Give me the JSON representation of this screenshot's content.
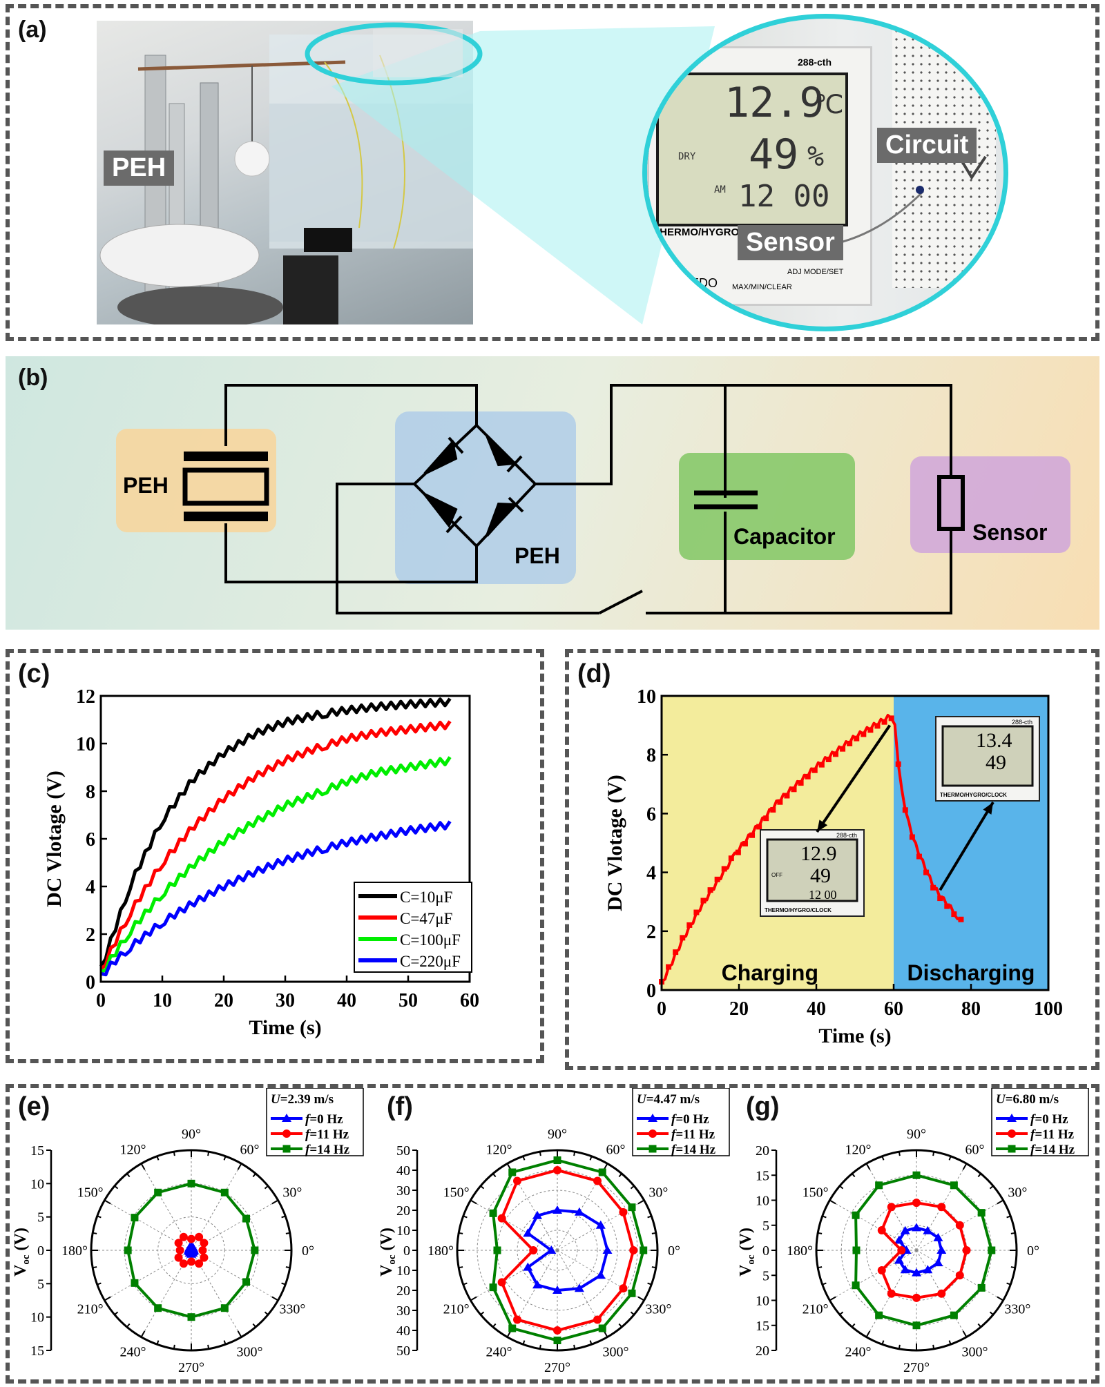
{
  "panel_labels": {
    "a": "(a)",
    "b": "(b)",
    "c": "(c)",
    "d": "(d)",
    "e": "(e)",
    "f": "(f)",
    "g": "(g)"
  },
  "panel_a": {
    "tag_peh": "PEH",
    "tag_circuit": "Circuit",
    "tag_sensor": "Sensor",
    "display": {
      "model": "288-cth",
      "temp": "12.9",
      "temp_unit": "℃",
      "humidity": "49",
      "humidity_unit": "%",
      "dry": "DRY",
      "am": "AM",
      "time": "12 00",
      "brand_line": "THERMO/HYGRO/CLOCK",
      "buttons": "ADJ  MODE/SET",
      "clear": "MAX/MIN/CLEAR",
      "logo": "EDO"
    }
  },
  "panel_b": {
    "peh_label": "PEH",
    "bridge_label": "PEH",
    "capacitor_label": "Capacitor",
    "sensor_label": "Sensor"
  },
  "chart_data": [
    {
      "id": "c",
      "type": "line",
      "xlabel": "Time (s)",
      "ylabel": "DC Vlotage (V)",
      "xlim": [
        0,
        60
      ],
      "ylim": [
        0,
        12
      ],
      "xticks": [
        0,
        10,
        20,
        30,
        40,
        50,
        60
      ],
      "yticks": [
        0,
        2,
        4,
        6,
        8,
        10,
        12
      ],
      "legend_position": "bottom-right",
      "series": [
        {
          "name": "C=10μF",
          "color": "#000000",
          "x": [
            0,
            2,
            5,
            10,
            15,
            20,
            25,
            30,
            35,
            40,
            45,
            50,
            57
          ],
          "y": [
            0.5,
            2.0,
            4.2,
            6.8,
            8.5,
            9.6,
            10.4,
            10.9,
            11.2,
            11.4,
            11.55,
            11.65,
            11.75
          ]
        },
        {
          "name": "C=47μF",
          "color": "#ff0000",
          "x": [
            0,
            2,
            5,
            10,
            15,
            20,
            25,
            30,
            35,
            40,
            45,
            50,
            57
          ],
          "y": [
            0.4,
            1.5,
            3.0,
            5.0,
            6.5,
            7.7,
            8.6,
            9.3,
            9.8,
            10.2,
            10.45,
            10.6,
            10.8
          ]
        },
        {
          "name": "C=100μF",
          "color": "#00ee00",
          "x": [
            0,
            2,
            5,
            10,
            15,
            20,
            25,
            30,
            35,
            40,
            45,
            50,
            57
          ],
          "y": [
            0.3,
            1.1,
            2.2,
            3.7,
            4.9,
            5.9,
            6.7,
            7.4,
            7.9,
            8.4,
            8.8,
            9.0,
            9.3
          ]
        },
        {
          "name": "C=220μF",
          "color": "#0000ff",
          "x": [
            0,
            2,
            5,
            10,
            15,
            20,
            25,
            30,
            35,
            40,
            45,
            50,
            57
          ],
          "y": [
            0.2,
            0.8,
            1.5,
            2.5,
            3.3,
            4.0,
            4.6,
            5.1,
            5.5,
            5.85,
            6.1,
            6.35,
            6.6
          ]
        }
      ]
    },
    {
      "id": "d",
      "type": "line",
      "xlabel": "Time (s)",
      "ylabel": "DC Vlotage (V)",
      "xlim": [
        0,
        100
      ],
      "ylim": [
        0,
        10
      ],
      "xticks": [
        0,
        20,
        40,
        60,
        80,
        100
      ],
      "yticks": [
        0,
        2,
        4,
        6,
        8,
        10
      ],
      "regions": [
        {
          "label": "Charging",
          "from": 0,
          "to": 60,
          "color": "#f3ec9c"
        },
        {
          "label": "Discharging",
          "from": 60,
          "to": 100,
          "color": "#59b4ea"
        }
      ],
      "series": [
        {
          "color": "#ff0000",
          "x": [
            0,
            5,
            10,
            15,
            20,
            25,
            30,
            35,
            40,
            45,
            50,
            55,
            59,
            60,
            61,
            62,
            64,
            66,
            68,
            70,
            72,
            74,
            76,
            78
          ],
          "y": [
            0.2,
            1.6,
            2.8,
            3.8,
            4.8,
            5.6,
            6.4,
            7.0,
            7.6,
            8.1,
            8.6,
            9.0,
            9.3,
            9.35,
            8.0,
            6.8,
            5.6,
            4.8,
            4.2,
            3.6,
            3.2,
            2.9,
            2.6,
            2.2
          ]
        }
      ],
      "insets": [
        {
          "model": "288-cth",
          "temp": "12.9",
          "humidity": "49",
          "time": "12 00",
          "brand_line": "THERMO/HYGRO/CLOCK",
          "off": "OFF"
        },
        {
          "model": "288-cth",
          "temp": "13.4",
          "humidity": "49",
          "brand_line": "THERMO/HYGRO/CLOCK"
        }
      ]
    },
    {
      "id": "e",
      "type": "polar",
      "ylabel": "V",
      "ylabel_sub": "oc",
      "ylabel_unit": "(V)",
      "rmax": 15,
      "axis_ticks": [
        "15",
        "10",
        "5",
        "0",
        "5",
        "10",
        "15"
      ],
      "angle_labels": [
        "0°",
        "30°",
        "60°",
        "90°",
        "120°",
        "150°",
        "180°",
        "210°",
        "240°",
        "270°",
        "300°",
        "330°"
      ],
      "legend_title": "2.39 m/s",
      "series": [
        {
          "name": "0 Hz",
          "color": "#0000ff",
          "marker": "triangle",
          "r": [
            0.4,
            0.4,
            0.5,
            0.6,
            0.5,
            0.4,
            0.4,
            0.4,
            0.5,
            0.6,
            0.5,
            0.4
          ]
        },
        {
          "name": "11 Hz",
          "color": "#ff0000",
          "marker": "circle",
          "r": [
            1.7,
            2.2,
            2.3,
            1.7,
            2.3,
            2.2,
            1.7,
            2.2,
            2.3,
            1.7,
            2.3,
            2.2
          ]
        },
        {
          "name": "14 Hz",
          "color": "#008000",
          "marker": "square",
          "r": [
            9.5,
            9.5,
            10.0,
            10.0,
            10.0,
            9.8,
            9.5,
            9.8,
            10.0,
            10.0,
            10.0,
            9.5
          ]
        }
      ]
    },
    {
      "id": "f",
      "type": "polar",
      "ylabel": "V",
      "ylabel_sub": "oc",
      "ylabel_unit": "(V)",
      "rmax": 50,
      "axis_ticks": [
        "50",
        "40",
        "30",
        "20",
        "10",
        "0",
        "10",
        "20",
        "30",
        "40",
        "50"
      ],
      "angle_labels": [
        "0°",
        "30°",
        "60°",
        "90°",
        "120°",
        "150°",
        "180°",
        "210°",
        "240°",
        "270°",
        "300°",
        "330°"
      ],
      "legend_title": "4.47 m/s",
      "series": [
        {
          "name": "0 Hz",
          "color": "#0000ff",
          "marker": "triangle",
          "r": [
            25,
            25,
            22,
            20,
            20,
            17,
            3,
            17,
            20,
            20,
            22,
            25
          ]
        },
        {
          "name": "11 Hz",
          "color": "#ff0000",
          "marker": "circle",
          "r": [
            38,
            38,
            40,
            40,
            40,
            32,
            12,
            32,
            40,
            40,
            40,
            38
          ]
        },
        {
          "name": "14 Hz",
          "color": "#008000",
          "marker": "square",
          "r": [
            43,
            43,
            45,
            45,
            45,
            37,
            30,
            37,
            45,
            45,
            45,
            43
          ]
        }
      ]
    },
    {
      "id": "g",
      "type": "polar",
      "ylabel": "V",
      "ylabel_sub": "oc",
      "ylabel_unit": "(V)",
      "rmax": 20,
      "axis_ticks": [
        "20",
        "15",
        "10",
        "5",
        "0",
        "5",
        "10",
        "15",
        "20"
      ],
      "angle_labels": [
        "0°",
        "30°",
        "60°",
        "90°",
        "120°",
        "150°",
        "180°",
        "210°",
        "240°",
        "270°",
        "300°",
        "330°"
      ],
      "legend_title": "6.80 m/s",
      "series": [
        {
          "name": "0 Hz",
          "color": "#0000ff",
          "marker": "triangle",
          "r": [
            5.0,
            5.0,
            4.5,
            4.5,
            4.5,
            4.0,
            2.0,
            4.0,
            4.5,
            4.5,
            4.5,
            5.0
          ]
        },
        {
          "name": "11 Hz",
          "color": "#ff0000",
          "marker": "circle",
          "r": [
            10.0,
            10.0,
            10.0,
            9.5,
            10.0,
            8.0,
            3.0,
            8.0,
            10.0,
            9.5,
            10.0,
            10.0
          ]
        },
        {
          "name": "14 Hz",
          "color": "#008000",
          "marker": "square",
          "r": [
            15.0,
            15.0,
            15.0,
            15.0,
            15.0,
            14.0,
            12.0,
            14.0,
            15.0,
            15.0,
            15.0,
            15.0
          ]
        }
      ]
    }
  ]
}
